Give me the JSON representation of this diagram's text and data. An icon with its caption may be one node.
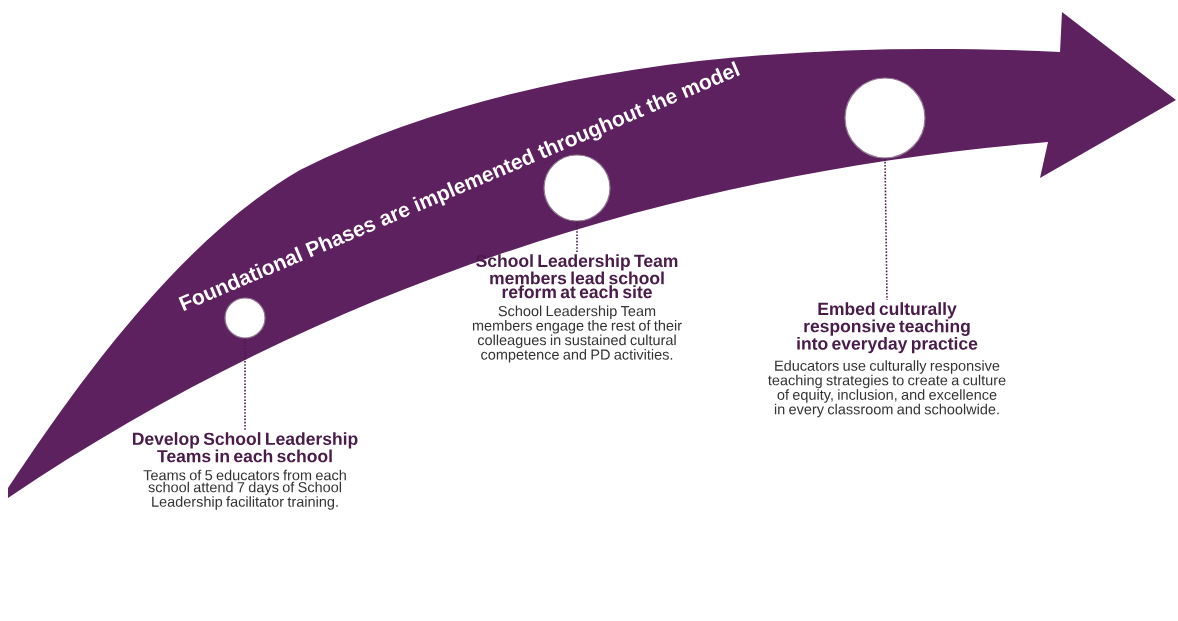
{
  "diagram": {
    "nodes": [
      {
        "text": [
          "Foundational Phases are implemented throughout the model"
        ]
      },
      {
        "text": [],
        "shape": "circle",
        "in": 0
      },
      {
        "text": [],
        "shape": "circle",
        "in": 0
      },
      {
        "text": [],
        "shape": "circle",
        "in": 0
      },
      {
        "text": [
          "Develop School Leadership Teams in each school",
          "Teams of 5 educators from each school attend 7 days of School Leadership facilitator training."
        ]
      },
      {
        "text": [
          "School Leadership Team members lead school reform at each site",
          "School Leadership Team members engage the rest of their colleagues in sustained cultural competence and PD activities."
        ]
      },
      {
        "text": [
          "Embed culturally responsive teaching into everyday practice",
          "Educators use culturally responsive teaching strategies to create a culture of equity, inclusion, and excellence in every classroom and schoolwide."
        ]
      }
    ],
    "edges": [
      {
        "from": 1,
        "to": 4,
        "arrow": "none"
      },
      {
        "from": 2,
        "to": 5,
        "arrow": "none"
      },
      {
        "from": 3,
        "to": 6,
        "arrow": "none"
      }
    ]
  }
}
